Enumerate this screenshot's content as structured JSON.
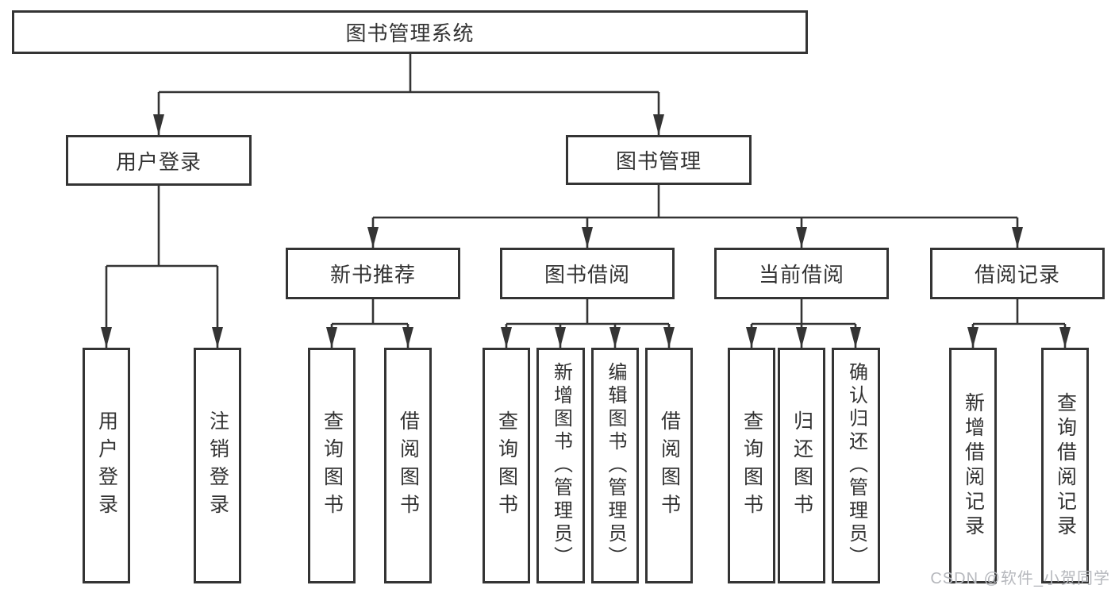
{
  "diagram": {
    "title": "图书管理系统",
    "level2": {
      "user_login": "用户登录",
      "book_mgmt": "图书管理"
    },
    "level3": {
      "new_book_rec": "新书推荐",
      "book_borrow": "图书借阅",
      "current_borrow": "当前借阅",
      "borrow_records": "借阅记录"
    },
    "level4": {
      "user_login": "用户登录",
      "logout": "注销登录",
      "nb_query": "查询图书",
      "nb_borrow": "借阅图书",
      "bb_query": "查询图书",
      "bb_add": "新增图书（管理员）",
      "bb_edit": "编辑图书（管理员）",
      "bb_borrow": "借阅图书",
      "cb_query": "查询图书",
      "cb_return": "归还图书",
      "cb_confirm": "确认归还（管理员）",
      "br_add": "新增借阅记录",
      "br_query": "查询借阅记录"
    },
    "watermark": "CSDN @软件_小贺同学",
    "colors": {
      "line": "#343434",
      "text": "#333333",
      "watermark": "#b6b8bd",
      "background": "#ffffff"
    }
  }
}
